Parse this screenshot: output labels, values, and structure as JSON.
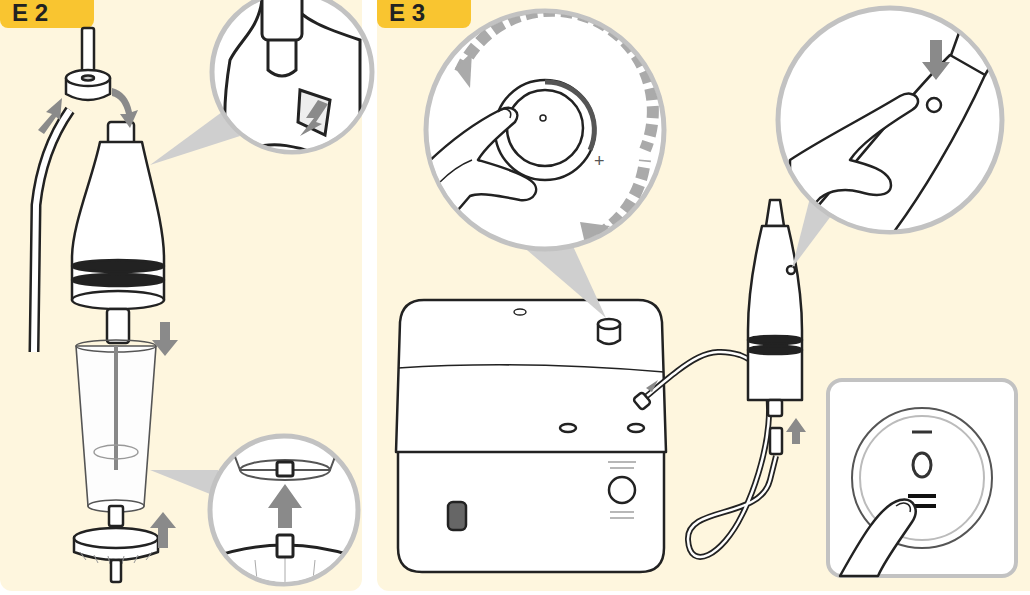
{
  "diagram": {
    "labels": [
      "E 2",
      "E 3",
      "+"
    ]
  }
}
